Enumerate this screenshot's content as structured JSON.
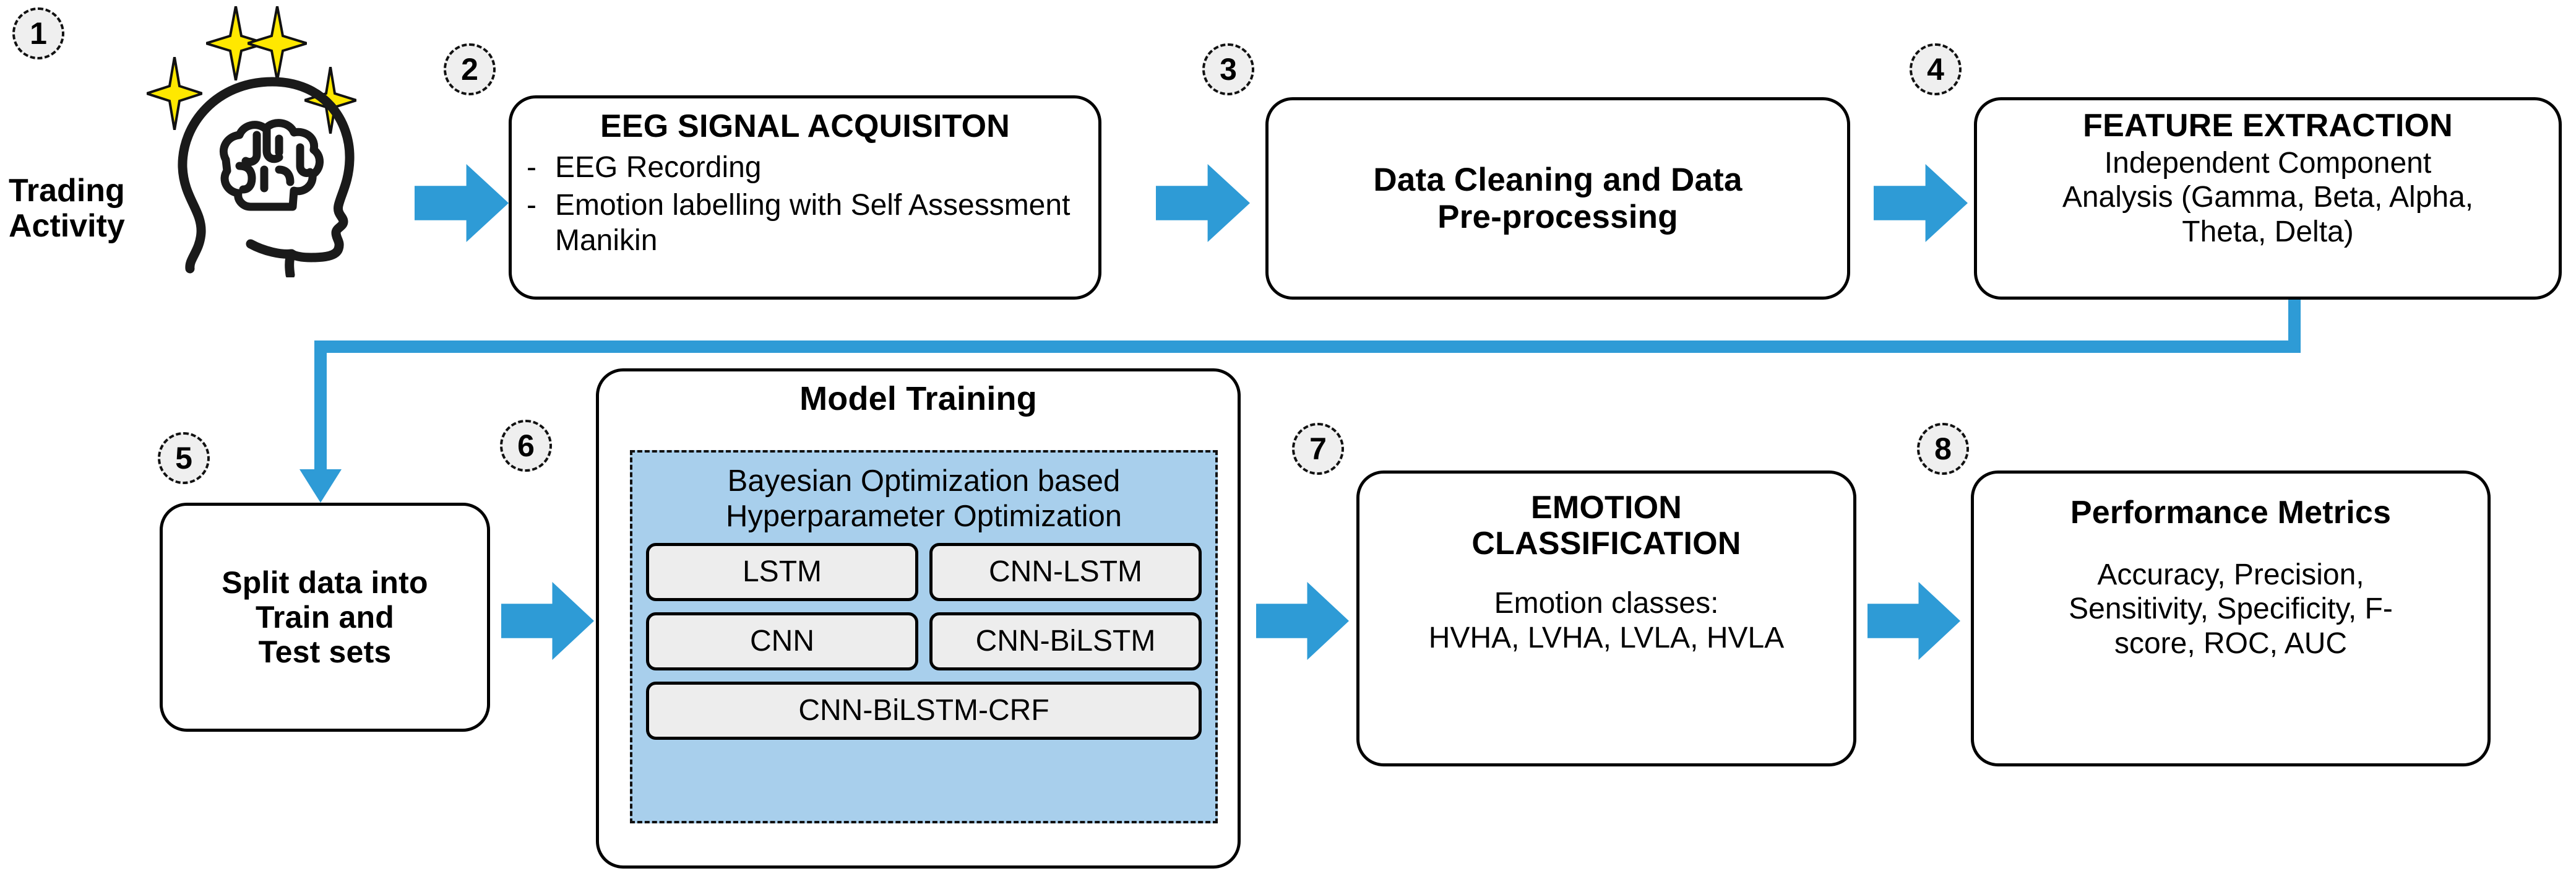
{
  "diagram": {
    "title": "EEG based emotion recognition pipeline flowchart",
    "accent_color": "#2E9BD6",
    "panel_fill": "#A8CFEC",
    "chip_fill": "#EDEDED",
    "badge_fill": "#EFEFEF",
    "spark_color": "#FFE800"
  },
  "source": {
    "label_line1": "Trading",
    "label_line2": "Activity",
    "icon": "head-with-brain-icon"
  },
  "steps": [
    {
      "number": "1"
    },
    {
      "number": "2"
    },
    {
      "number": "3"
    },
    {
      "number": "4"
    },
    {
      "number": "5"
    },
    {
      "number": "6"
    },
    {
      "number": "7"
    },
    {
      "number": "8"
    }
  ],
  "boxes": {
    "eeg_acquisition": {
      "title": "EEG SIGNAL ACQUISITON",
      "bullets": [
        "EEG Recording",
        "Emotion labelling with Self Assessment Manikin"
      ],
      "bullet_marker": "-"
    },
    "data_cleaning": {
      "line1": "Data Cleaning and Data",
      "line2": "Pre-processing"
    },
    "feature_extraction": {
      "title": "FEATURE EXTRACTION",
      "body_line1": "Independent Component",
      "body_line2": "Analysis (Gamma, Beta, Alpha,",
      "body_line3": "Theta, Delta)"
    },
    "split_data": {
      "line1": "Split data into",
      "line2": "Train and",
      "line3": "Test sets"
    },
    "model_training": {
      "title": "Model Training",
      "panel_line1": "Bayesian Optimization based",
      "panel_line2": "Hyperparameter Optimization",
      "models_row1": [
        "LSTM",
        "CNN-LSTM"
      ],
      "models_row2": [
        "CNN",
        "CNN-BiLSTM"
      ],
      "models_row3": [
        "CNN-BiLSTM-CRF"
      ]
    },
    "emotion_classification": {
      "title_line1": "EMOTION",
      "title_line2": "CLASSIFICATION",
      "body_line1": "Emotion classes:",
      "body_line2": "HVHA, LVHA, LVLA, HVLA"
    },
    "performance_metrics": {
      "title": "Performance Metrics",
      "body_line1": "Accuracy, Precision,",
      "body_line2": "Sensitivity, Specificity, F-",
      "body_line3": "score, ROC, AUC"
    }
  },
  "connectors": {
    "arrow_1_2": "arrow-right-icon",
    "arrow_2_3": "arrow-right-icon",
    "arrow_3_4": "arrow-right-icon",
    "elbow_4_5": "elbow-connector-down-left-icon",
    "arrow_5_6": "arrow-right-icon",
    "arrow_6_7": "arrow-right-icon",
    "arrow_7_8": "arrow-right-icon"
  }
}
